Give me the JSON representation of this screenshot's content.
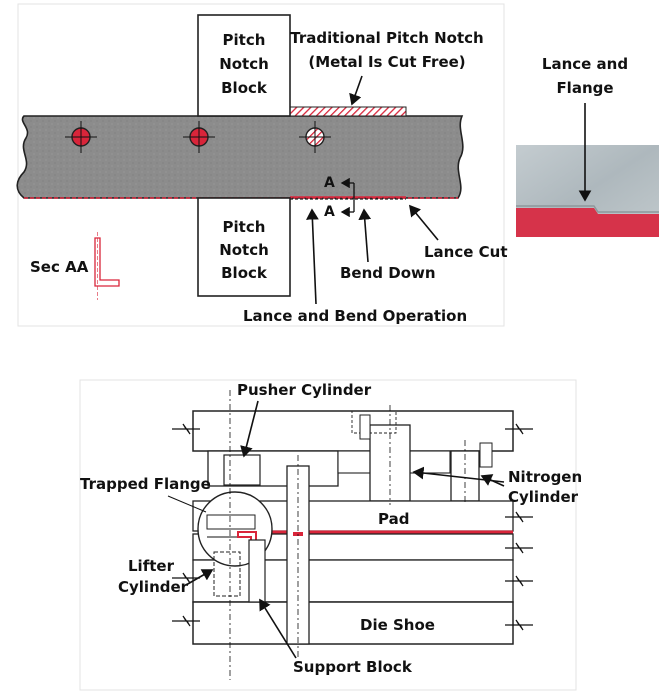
{
  "top_diagram": {
    "pitch_block_top": [
      "Pitch",
      "Notch",
      "Block"
    ],
    "pitch_block_bottom": [
      "Pitch",
      "Notch",
      "Block"
    ],
    "traditional_notch": [
      "Traditional Pitch Notch",
      "(Metal Is Cut Free)"
    ],
    "section_marker": "A",
    "section_label": "Sec AA",
    "lance_cut": "Lance Cut",
    "bend_down": "Bend Down",
    "operation": "Lance and Bend Operation"
  },
  "photo": {
    "label": [
      "Lance and",
      "Flange"
    ]
  },
  "bottom_diagram": {
    "pusher_cylinder": "Pusher Cylinder",
    "trapped_flange": "Trapped Flange",
    "nitrogen_cylinder": [
      "Nitrogen",
      "Cylinder"
    ],
    "pad": "Pad",
    "lifter_cylinder": [
      "Lifter",
      "Cylinder"
    ],
    "die_shoe": "Die Shoe",
    "support_block": "Support Block"
  },
  "colors": {
    "strip": "#8c8c8c",
    "highlight": "#d9253a",
    "photo_metal": "#b9c2c6",
    "photo_red": "#d6334a"
  }
}
